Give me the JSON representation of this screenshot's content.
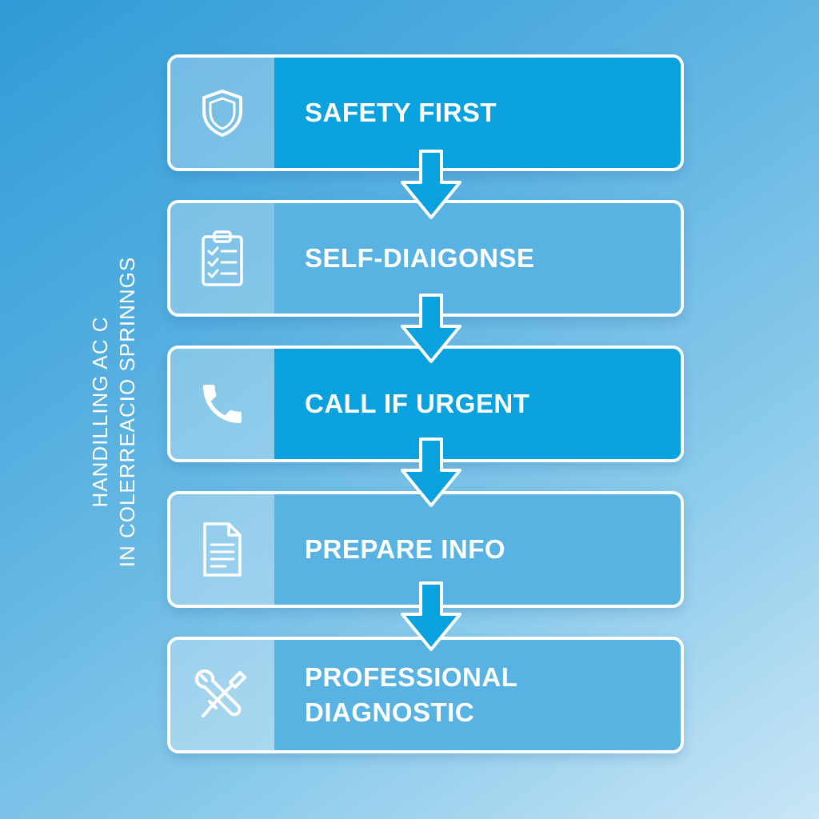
{
  "title": {
    "line1": "HANDILLING AC C",
    "line2": "IN COLERREACIO SPRINNGS"
  },
  "steps": [
    {
      "label": "SAFETY FIRST",
      "icon": "shield-icon"
    },
    {
      "label": "SELF-DIAIGONSE",
      "icon": "clipboard-checklist-icon"
    },
    {
      "label": "CALL IF URGENT",
      "icon": "phone-icon"
    },
    {
      "label": "PREPARE INFO",
      "icon": "document-icon"
    },
    {
      "label_line1": "PROFESSIONAL",
      "label_line2": "DIAGNOSTIC",
      "icon": "wrench-screwdriver-icon"
    }
  ],
  "colors": {
    "primary": "#0aa2de",
    "secondary": "#58b2e2",
    "border": "#ffffff",
    "arrow": "#0aa2de"
  }
}
